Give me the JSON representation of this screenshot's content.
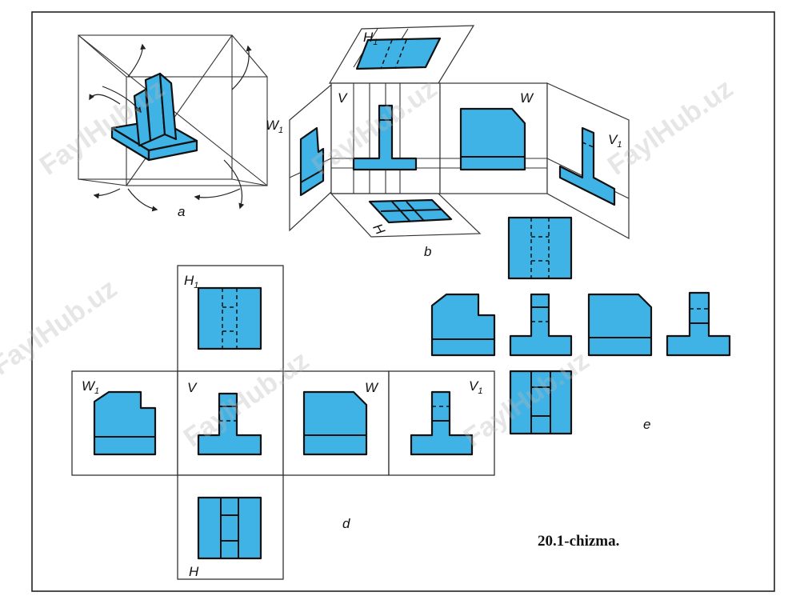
{
  "figure": {
    "caption": "20.1-chizma.",
    "watermark": "FaylHub.uz",
    "panel_labels": {
      "a": "a",
      "b": "b",
      "d": "d",
      "e": "e"
    },
    "planes": {
      "H1": {
        "main": "H",
        "sub": "1"
      },
      "H": {
        "main": "H",
        "sub": ""
      },
      "V": {
        "main": "V",
        "sub": ""
      },
      "W": {
        "main": "W",
        "sub": ""
      },
      "W1": {
        "main": "W",
        "sub": "1"
      },
      "V1": {
        "main": "V",
        "sub": "1"
      }
    },
    "colors": {
      "fill": "#3fb3e6",
      "outline": "#111111",
      "background": "#ffffff"
    }
  }
}
